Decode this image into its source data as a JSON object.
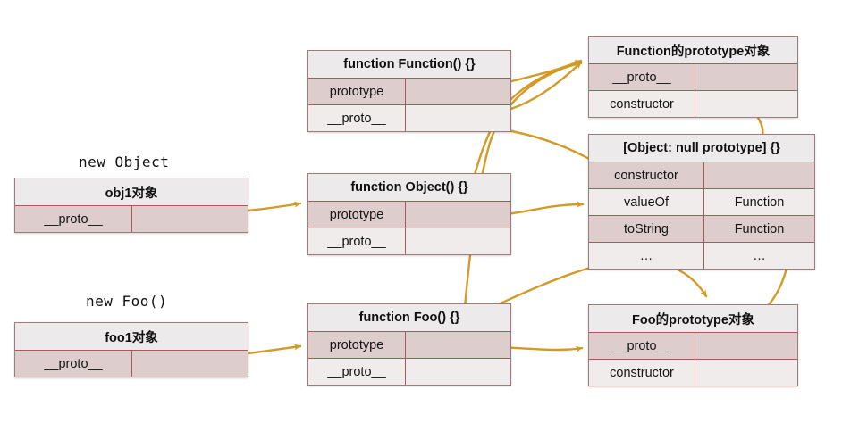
{
  "diagram": {
    "title": "JavaScript prototype chain diagram",
    "accent_color": "#d39a28",
    "border_color": "#a35b5b",
    "row_dark": "#ddcecd",
    "row_light": "#f1ecec",
    "captions": {
      "new_object": "new Object",
      "new_foo": "new Foo()"
    },
    "boxes": {
      "obj1": {
        "title": "obj1对象",
        "rows": [
          {
            "key": "__proto__",
            "value": ""
          }
        ]
      },
      "foo1": {
        "title": "foo1对象",
        "rows": [
          {
            "key": "__proto__",
            "value": ""
          }
        ]
      },
      "fn_function": {
        "title": "function Function() {}",
        "rows": [
          {
            "key": "prototype",
            "value": ""
          },
          {
            "key": "__proto__",
            "value": ""
          }
        ]
      },
      "fn_object": {
        "title": "function Object() {}",
        "rows": [
          {
            "key": "prototype",
            "value": ""
          },
          {
            "key": "__proto__",
            "value": ""
          }
        ]
      },
      "fn_foo": {
        "title": "function Foo() {}",
        "rows": [
          {
            "key": "prototype",
            "value": ""
          },
          {
            "key": "__proto__",
            "value": ""
          }
        ]
      },
      "function_prototype": {
        "title": "Function的prototype对象",
        "rows": [
          {
            "key": "__proto__",
            "value": ""
          },
          {
            "key": "constructor",
            "value": ""
          }
        ]
      },
      "object_prototype": {
        "title": "[Object: null prototype] {}",
        "rows": [
          {
            "key": "constructor",
            "value": ""
          },
          {
            "key": "valueOf",
            "value": "Function"
          },
          {
            "key": "toString",
            "value": "Function"
          },
          {
            "key": "…",
            "value": "…"
          }
        ]
      },
      "foo_prototype": {
        "title": "Foo的prototype对象",
        "rows": [
          {
            "key": "__proto__",
            "value": ""
          },
          {
            "key": "constructor",
            "value": ""
          }
        ]
      }
    }
  }
}
